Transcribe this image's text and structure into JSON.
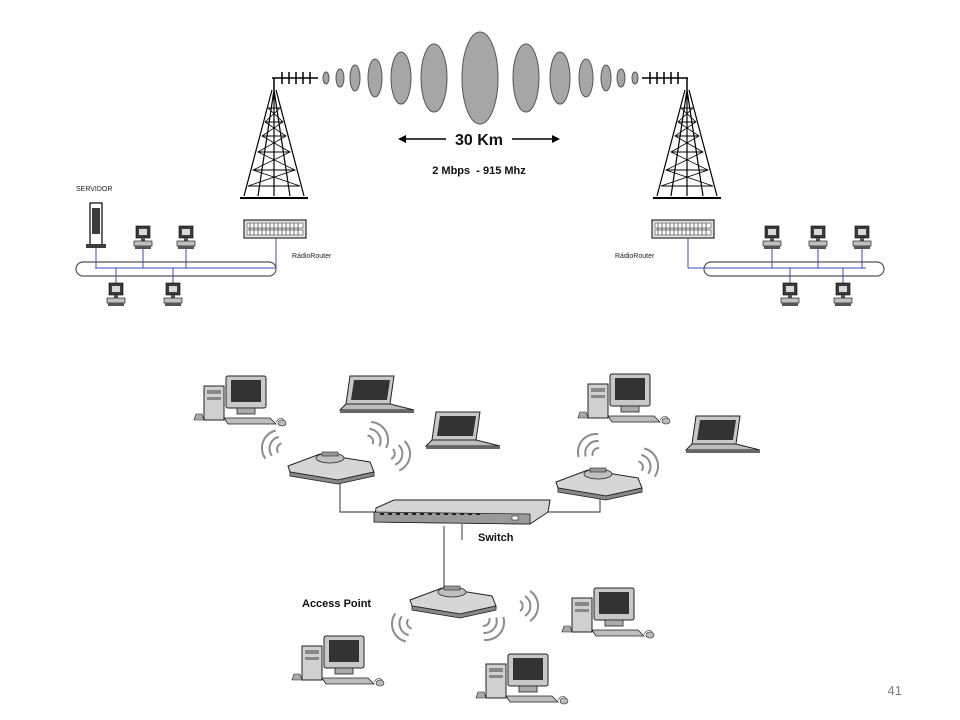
{
  "slide": {
    "page_number": "41"
  },
  "radio_link": {
    "distance_label": "30 Km",
    "speed_label": "2 Mbps  - 915 Mhz",
    "server_label": "SERVIDOR",
    "router_left_label": "RádioRouter",
    "router_right_label": "RádioRouter"
  },
  "wireless_lan": {
    "switch_label": "Switch",
    "access_point_label": "Access Point"
  },
  "icons": {
    "tower": "radio-tower-icon",
    "router": "radio-router-icon",
    "server": "server-icon",
    "workstation": "workstation-icon",
    "laptop": "laptop-icon",
    "desktop": "desktop-computer-icon",
    "access_point": "access-point-icon",
    "switch": "network-switch-icon",
    "signal": "wifi-signal-icon"
  },
  "colors": {
    "network_line": "#3a4db5",
    "device_gray": "#bfbfbf",
    "device_dark": "#3c3c3c",
    "signal_gray": "#8c8c8c"
  }
}
